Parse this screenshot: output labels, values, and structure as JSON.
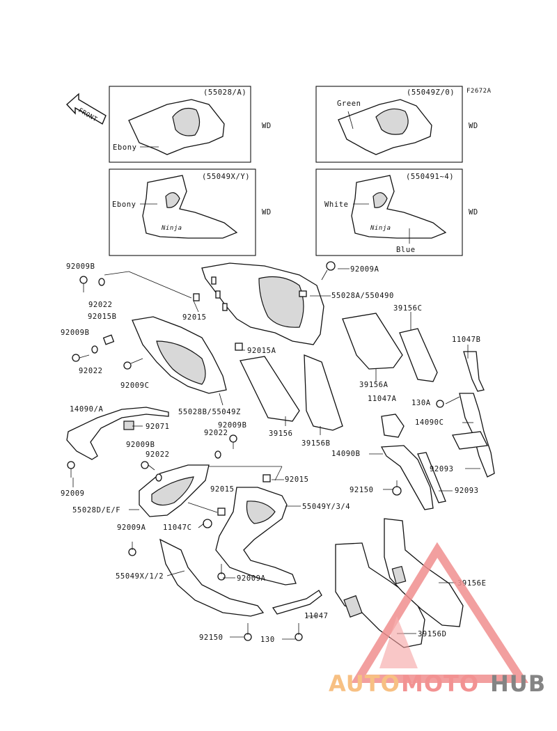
{
  "figure_code": "F2672A",
  "front_label": "FRONT",
  "variant_boxes": [
    {
      "code": "(55028/A)",
      "color_label": "Ebony",
      "suffix": "WD"
    },
    {
      "code": "(55049Z/0)",
      "color_label": "Green",
      "suffix": "WD"
    },
    {
      "code": "(55049X/Y)",
      "color_label": "Ebony",
      "suffix": "WD"
    },
    {
      "code": "(550491~4)",
      "color_label": "White",
      "color_label2": "Blue",
      "suffix": "WD"
    }
  ],
  "part_labels": [
    "92009B",
    "92022",
    "92015B",
    "92009B",
    "92022",
    "92009C",
    "92015",
    "92009A",
    "55028A/550490",
    "92015A",
    "39156C",
    "11047B",
    "39156A",
    "11047A",
    "130A",
    "14090C",
    "92093",
    "14090B",
    "92093",
    "92150",
    "55028B/55049Z",
    "39156",
    "39156B",
    "14090/A",
    "92071",
    "92009B",
    "92022",
    "92009B",
    "92022",
    "92009",
    "55028D/E/F",
    "92015",
    "92015",
    "55049Y/3/4",
    "92009A",
    "11047C",
    "55049X/1/2",
    "92009A",
    "11047",
    "92150",
    "130",
    "39156E",
    "39156D"
  ],
  "watermark": {
    "part1": "AUTO",
    "part2": "MOTO",
    "part3": "HUB"
  }
}
